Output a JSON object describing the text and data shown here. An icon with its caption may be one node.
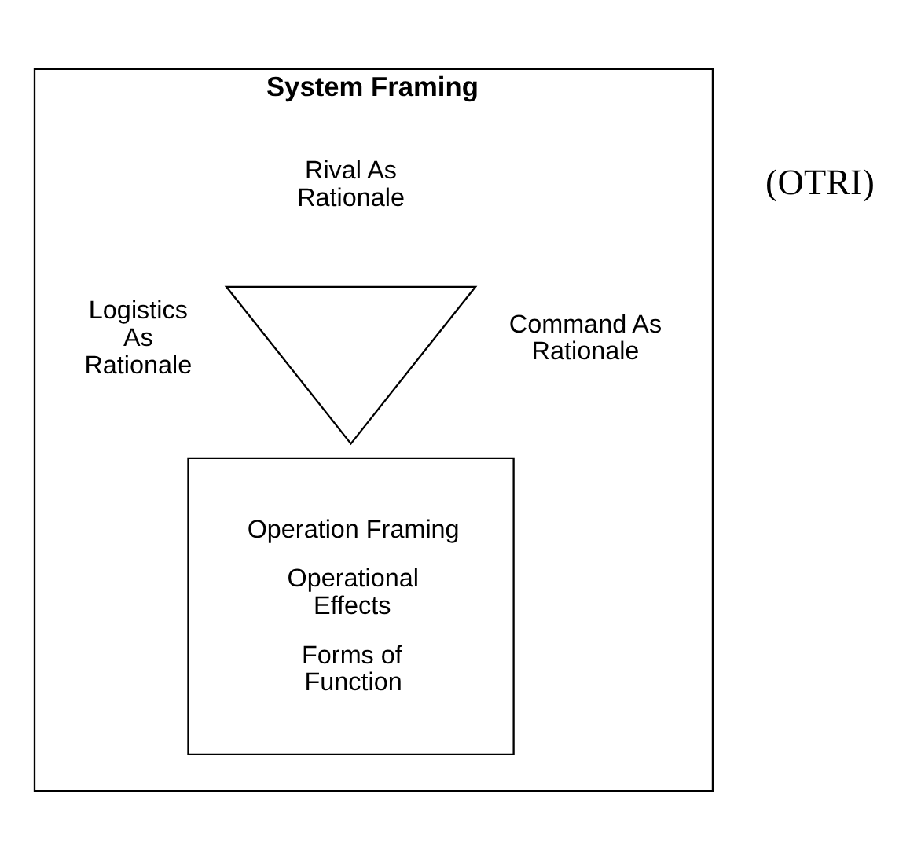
{
  "diagram": {
    "nodes": [
      {
        "text": [
          "System Framing"
        ]
      },
      {
        "text": [],
        "shape": "triangle",
        "in": 0,
        "beside": [
          "Rival As Rationale",
          "Logistics As Rationale",
          "Command As Rationale"
        ]
      },
      {
        "text": [
          "Operation Framing",
          "Operational Effects",
          "Forms of Function"
        ],
        "in": 0
      }
    ],
    "edges": [],
    "labels": [
      "(OTRI)"
    ]
  }
}
